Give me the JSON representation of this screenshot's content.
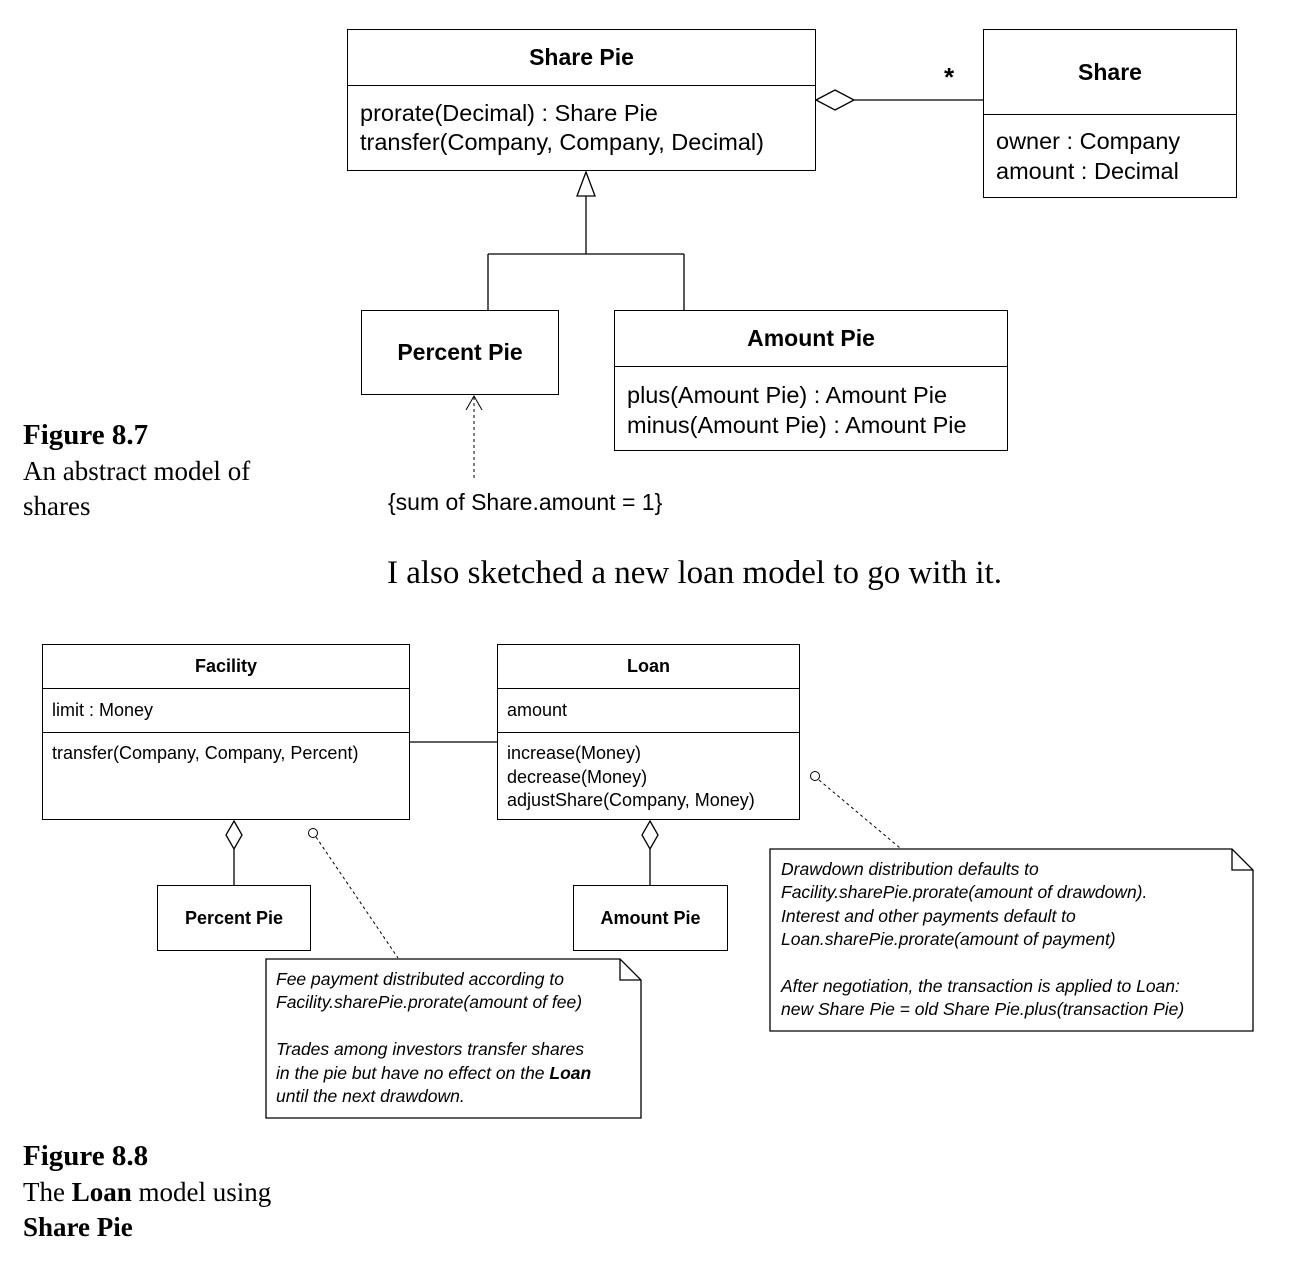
{
  "figure_8_7": {
    "share_pie": {
      "name": "Share Pie",
      "operations": [
        "prorate(Decimal) : Share Pie",
        "transfer(Company, Company, Decimal)"
      ]
    },
    "share": {
      "name": "Share",
      "attributes": [
        "owner : Company",
        "amount : Decimal"
      ]
    },
    "multiplicity": "*",
    "percent_pie": {
      "name": "Percent Pie"
    },
    "amount_pie": {
      "name": "Amount Pie",
      "operations": [
        "plus(Amount Pie) : Amount Pie",
        "minus(Amount Pie) : Amount Pie"
      ]
    },
    "constraint": "{sum of Share.amount = 1}",
    "caption": {
      "label": "Figure 8.7",
      "text_line1": "An abstract model of",
      "text_line2": "shares"
    }
  },
  "body_text": "I also sketched a new loan model to go with it.",
  "figure_8_8": {
    "facility": {
      "name": "Facility",
      "attributes": [
        "limit : Money"
      ],
      "operations": [
        "transfer(Company, Company, Percent)"
      ]
    },
    "loan": {
      "name": "Loan",
      "attributes": [
        "amount"
      ],
      "operations": [
        "increase(Money)",
        "decrease(Money)",
        "adjustShare(Company, Money)"
      ]
    },
    "percent_pie": {
      "name": "Percent Pie"
    },
    "amount_pie": {
      "name": "Amount Pie"
    },
    "note_fee": {
      "lines": [
        "Fee payment distributed according to",
        "Facility.sharePie.prorate(amount of fee)",
        "",
        "Trades among investors transfer shares",
        "in the pie but have no effect on the "
      ],
      "bold_word": "Loan",
      "last_line": "until the next drawdown."
    },
    "note_drawdown": {
      "lines": [
        "Drawdown distribution defaults to",
        "Facility.sharePie.prorate(amount of drawdown).",
        "Interest and other payments default to",
        "Loan.sharePie.prorate(amount of payment)",
        "",
        "After negotiation, the transaction is applied to Loan:",
        "new Share Pie = old Share Pie.plus(transaction Pie)"
      ]
    },
    "caption": {
      "label": "Figure 8.8",
      "text_prefix": "The ",
      "text_bold": "Loan",
      "text_suffix": " model using",
      "text_line2_bold": "Share Pie"
    }
  }
}
